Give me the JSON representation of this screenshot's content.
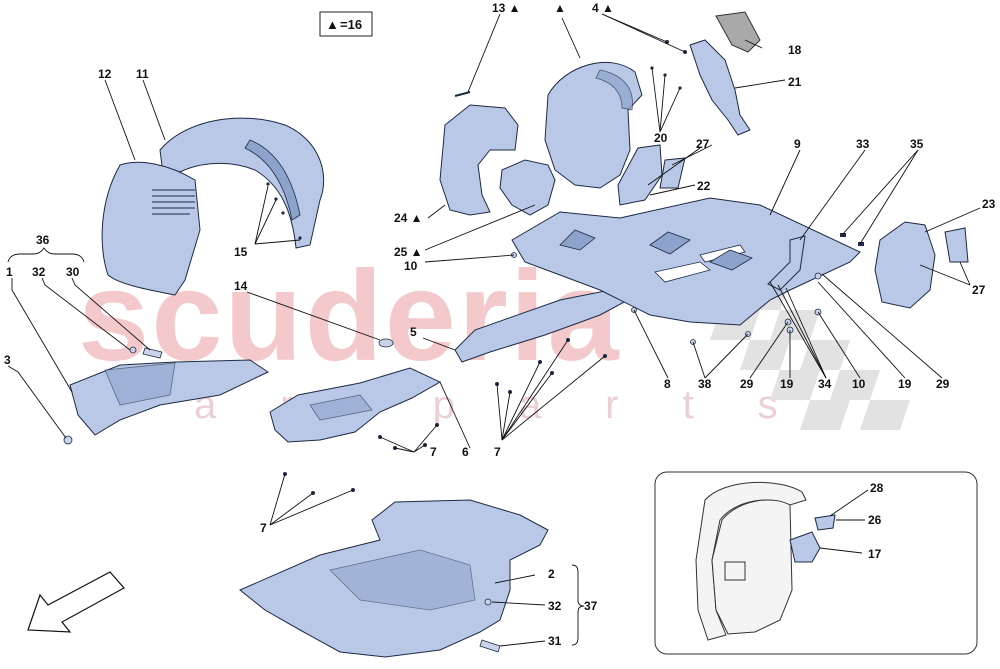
{
  "legend": {
    "symbol": "▲",
    "text": "=16"
  },
  "watermark": {
    "main": "scuderia",
    "sub": "car parts"
  },
  "callouts": [
    {
      "id": "c1",
      "text": "1"
    },
    {
      "id": "c2",
      "text": "2"
    },
    {
      "id": "c3",
      "text": "3"
    },
    {
      "id": "c4",
      "text": "4 ▲"
    },
    {
      "id": "c5",
      "text": "5"
    },
    {
      "id": "c6",
      "text": "6"
    },
    {
      "id": "c7a",
      "text": "7"
    },
    {
      "id": "c7b",
      "text": "7"
    },
    {
      "id": "c7c",
      "text": "7"
    },
    {
      "id": "c8",
      "text": "8"
    },
    {
      "id": "c9",
      "text": "9"
    },
    {
      "id": "c10a",
      "text": "10"
    },
    {
      "id": "c10b",
      "text": "10"
    },
    {
      "id": "c11",
      "text": "11"
    },
    {
      "id": "c12",
      "text": "12"
    },
    {
      "id": "c13",
      "text": "13 ▲"
    },
    {
      "id": "c14",
      "text": "14"
    },
    {
      "id": "c15",
      "text": "15"
    },
    {
      "id": "c17",
      "text": "17"
    },
    {
      "id": "c18",
      "text": "18"
    },
    {
      "id": "c19a",
      "text": "19"
    },
    {
      "id": "c19b",
      "text": "19"
    },
    {
      "id": "c20",
      "text": "20"
    },
    {
      "id": "c21",
      "text": "21"
    },
    {
      "id": "c22",
      "text": "22"
    },
    {
      "id": "c23",
      "text": "23"
    },
    {
      "id": "c24",
      "text": "24 ▲"
    },
    {
      "id": "c25",
      "text": "25 ▲"
    },
    {
      "id": "c26",
      "text": "26"
    },
    {
      "id": "c27a",
      "text": "27"
    },
    {
      "id": "c27b",
      "text": "27"
    },
    {
      "id": "c28",
      "text": "28"
    },
    {
      "id": "c29a",
      "text": "29"
    },
    {
      "id": "c29b",
      "text": "29"
    },
    {
      "id": "c30",
      "text": "30"
    },
    {
      "id": "c31",
      "text": "31"
    },
    {
      "id": "c32a",
      "text": "32"
    },
    {
      "id": "c32b",
      "text": "32"
    },
    {
      "id": "c33",
      "text": "33"
    },
    {
      "id": "c34",
      "text": "34"
    },
    {
      "id": "c35",
      "text": "35"
    },
    {
      "id": "c36",
      "text": "36"
    },
    {
      "id": "c37",
      "text": "37"
    },
    {
      "id": "c38",
      "text": "38"
    },
    {
      "id": "c_tri",
      "text": "▲"
    }
  ]
}
